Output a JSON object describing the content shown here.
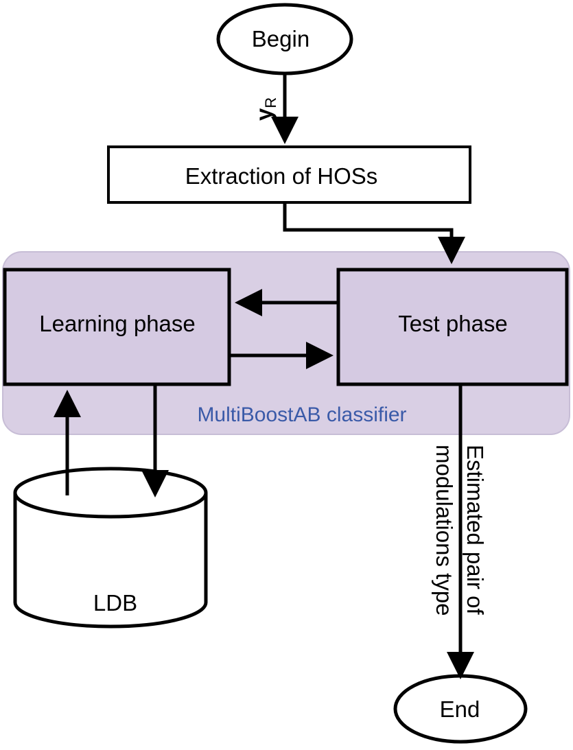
{
  "nodes": {
    "begin": "Begin",
    "extraction": "Extraction of HOSs",
    "learning": "Learning phase",
    "test": "Test phase",
    "ldb": "LDB",
    "end": "End"
  },
  "group": {
    "label": "MultiBoostAB classifier"
  },
  "edges": {
    "input_symbol": "y",
    "input_subscript": "R",
    "output_line1": "Estimated pair of",
    "output_line2": "modulations type"
  },
  "colors": {
    "classifier_fill": "#d9cfe4",
    "classifier_border": "#c7bdd6",
    "box_fill": "#d5cae2",
    "classifier_text": "#3a5aa8",
    "line": "#000000"
  }
}
